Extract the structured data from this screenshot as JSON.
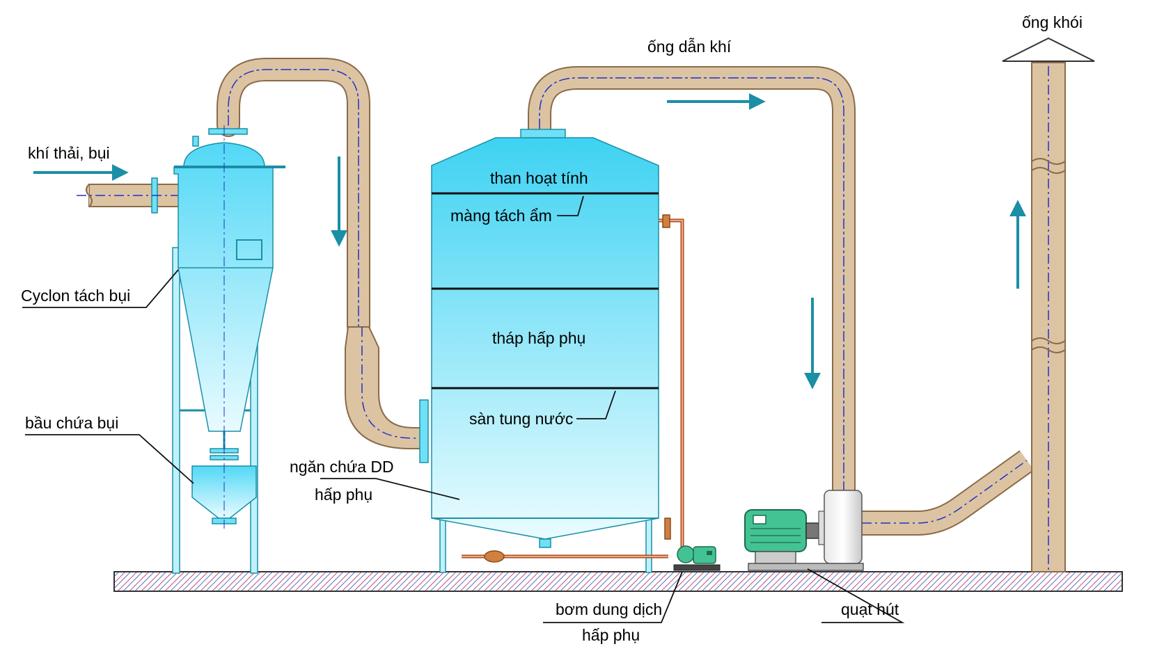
{
  "labels": {
    "exhaust_gas_dust": "khí thải, bụi",
    "cyclon": "Cyclon tách bụi",
    "dust_bin": "bầu chứa bụi",
    "activated_carbon": "than hoạt tính",
    "moisture_membrane": "màng tách ẩm",
    "absorption_tower": "tháp hấp phụ",
    "water_spray_floor": "sàn tung nước",
    "solution_tank_line1": "ngăn chứa DD",
    "solution_tank_line2": "hấp phụ",
    "gas_duct": "ống dẫn khí",
    "chimney": "ống khói",
    "pump_line1": "bơm dung dịch",
    "pump_line2": "hấp phụ",
    "suction_fan": "quạt hút"
  },
  "colors": {
    "pipe_fill": "#dcc4a2",
    "pipe_stroke": "#8a6a4a",
    "vessel_top": "#3ed2f2",
    "vessel_bottom": "#e6fbff",
    "arrow": "#1a8fa6",
    "centerline": "#2030c8",
    "ground_hatch": "#c05070",
    "motor": "#43c393"
  }
}
